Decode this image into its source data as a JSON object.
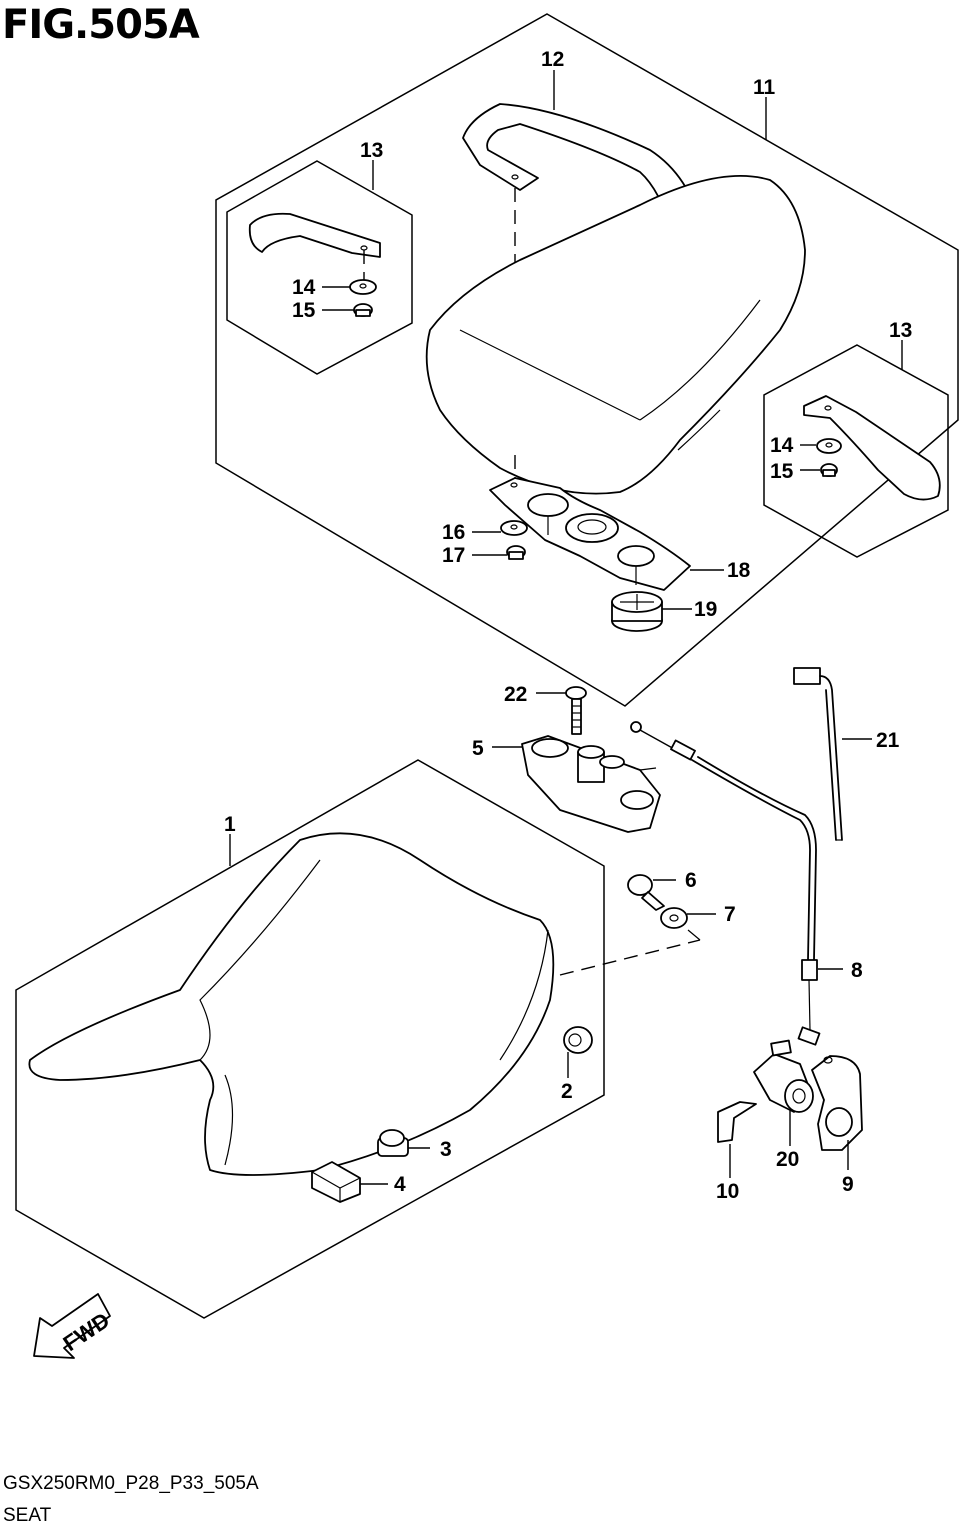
{
  "figure": {
    "title": "FIG.505A",
    "code": "GSX250RM0_P28_P33_505A",
    "name": "SEAT",
    "fwd_label": "FWD"
  },
  "callouts": [
    {
      "id": "c1",
      "label": "1"
    },
    {
      "id": "c2",
      "label": "2"
    },
    {
      "id": "c3",
      "label": "3"
    },
    {
      "id": "c4",
      "label": "4"
    },
    {
      "id": "c5",
      "label": "5"
    },
    {
      "id": "c6",
      "label": "6"
    },
    {
      "id": "c7",
      "label": "7"
    },
    {
      "id": "c8",
      "label": "8"
    },
    {
      "id": "c9",
      "label": "9"
    },
    {
      "id": "c10",
      "label": "10"
    },
    {
      "id": "c11",
      "label": "11"
    },
    {
      "id": "c12",
      "label": "12"
    },
    {
      "id": "c13a",
      "label": "13"
    },
    {
      "id": "c13b",
      "label": "13"
    },
    {
      "id": "c14a",
      "label": "14"
    },
    {
      "id": "c14b",
      "label": "14"
    },
    {
      "id": "c15a",
      "label": "15"
    },
    {
      "id": "c15b",
      "label": "15"
    },
    {
      "id": "c16",
      "label": "16"
    },
    {
      "id": "c17",
      "label": "17"
    },
    {
      "id": "c18",
      "label": "18"
    },
    {
      "id": "c19",
      "label": "19"
    },
    {
      "id": "c20",
      "label": "20"
    },
    {
      "id": "c21",
      "label": "21"
    },
    {
      "id": "c22",
      "label": "22"
    }
  ]
}
